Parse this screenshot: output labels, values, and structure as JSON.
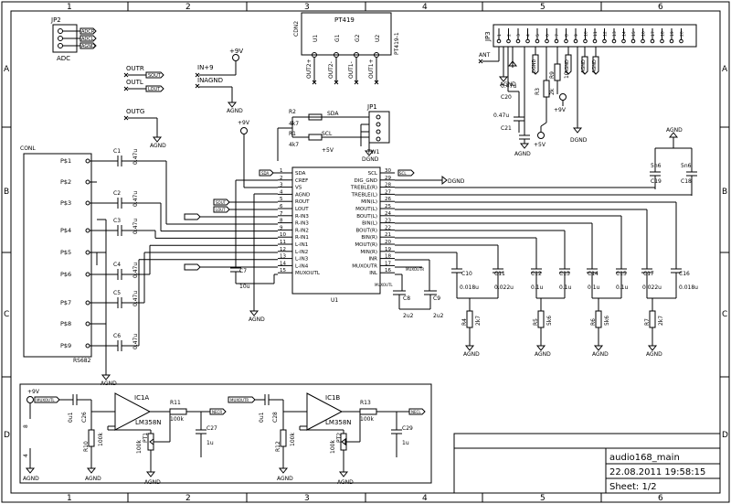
{
  "frame": {
    "cols": [
      "1",
      "2",
      "3",
      "4",
      "5",
      "6"
    ],
    "rows": [
      "A",
      "B",
      "C",
      "D"
    ]
  },
  "title_block": {
    "name": "audio168_main",
    "datetime": "22.08.2011 19:58:15",
    "sheet": "Sheet: 1/2"
  },
  "jp2": {
    "ref": "JP2",
    "value": "ADC",
    "labels": [
      "ADCR",
      "ADCL",
      "AGND"
    ]
  },
  "cdn2": {
    "ref": "CDN2",
    "value": "PT419",
    "value2": "PT419-1",
    "pins": [
      "U1",
      "G1",
      "G2",
      "U2"
    ],
    "bottom": [
      "OUT2+",
      "OUT2-",
      "OUT1-",
      "OUT1+"
    ]
  },
  "jp3": {
    "ref": "JP3",
    "ant": "ANT",
    "nets": [
      "AGND",
      "DGND",
      "AGND",
      "AGND",
      "AGND"
    ]
  },
  "jp1": {
    "ref": "JP1",
    "value": "TW1",
    "nets": [
      "SDA",
      "SCL",
      "+5V",
      "DGND"
    ]
  },
  "ports": {
    "outr": "OUTR",
    "outl": "OUTL",
    "outg": "OUTG",
    "in9": "IN+9",
    "inagnd": "INAGND",
    "soutr": "SOUT",
    "soutl": "LOUT"
  },
  "power": {
    "p9v": "+9V",
    "agnd": "AGND",
    "dgnd": "DGND",
    "p5v": "+5V"
  },
  "r2": {
    "ref": "R2",
    "value": "4k7"
  },
  "r1": {
    "ref": "R1",
    "value": "4k7"
  },
  "conl": {
    "ref": "CONL",
    "value": "RS682",
    "pins": [
      "P$1",
      "P$2",
      "P$3",
      "P$4",
      "P$5",
      "P$6",
      "P$7",
      "P$8",
      "P$9"
    ]
  },
  "caps_left": [
    {
      "ref": "C1",
      "value": "0.47u"
    },
    {
      "ref": "C2",
      "value": "0.47u"
    },
    {
      "ref": "C3",
      "value": "0.47u"
    },
    {
      "ref": "C4",
      "value": "0.47u"
    },
    {
      "ref": "C5",
      "value": "0.47u"
    },
    {
      "ref": "C6",
      "value": "0.47u"
    }
  ],
  "u1": {
    "ref": "U1",
    "left_pins": [
      {
        "n": "1",
        "name": "SDA"
      },
      {
        "n": "2",
        "name": "CREF"
      },
      {
        "n": "3",
        "name": "VS"
      },
      {
        "n": "4",
        "name": "AGND"
      },
      {
        "n": "5",
        "name": "ROUT"
      },
      {
        "n": "6",
        "name": "LOUT"
      },
      {
        "n": "7",
        "name": "R-IN3"
      },
      {
        "n": "8",
        "name": "R-IN3"
      },
      {
        "n": "9",
        "name": "R-IN2"
      },
      {
        "n": "10",
        "name": "R-IN1"
      },
      {
        "n": "11",
        "name": "L-IN1"
      },
      {
        "n": "12",
        "name": "L-IN2"
      },
      {
        "n": "13",
        "name": "L-IN3"
      },
      {
        "n": "14",
        "name": "L-IN4"
      },
      {
        "n": "15",
        "name": "MUXOUTL"
      }
    ],
    "right_pins": [
      {
        "n": "30",
        "name": "SCL"
      },
      {
        "n": "29",
        "name": "DIG_GND"
      },
      {
        "n": "28",
        "name": "TREBLE(R)"
      },
      {
        "n": "27",
        "name": "TREBLE(L)"
      },
      {
        "n": "26",
        "name": "MIN(L)"
      },
      {
        "n": "25",
        "name": "MOUT(L)"
      },
      {
        "n": "24",
        "name": "BOUT(L)"
      },
      {
        "n": "23",
        "name": "BIN(L)"
      },
      {
        "n": "22",
        "name": "BOUT(R)"
      },
      {
        "n": "21",
        "name": "BIN(R)"
      },
      {
        "n": "20",
        "name": "MOUT(R)"
      },
      {
        "n": "19",
        "name": "MIN(R)"
      },
      {
        "n": "18",
        "name": "INR"
      },
      {
        "n": "17",
        "name": "MUXOUTR"
      },
      {
        "n": "16",
        "name": "INL"
      }
    ]
  },
  "c7": {
    "ref": "C7",
    "value": "10u"
  },
  "c8": {
    "ref": "C8",
    "value": "2u2"
  },
  "c9": {
    "ref": "C9",
    "value": "2u2"
  },
  "c10": {
    "ref": "C10",
    "value": "0.018u"
  },
  "c11": {
    "ref": "C11",
    "value": "0.022u"
  },
  "c12": {
    "ref": "C12",
    "value": "0.1u"
  },
  "c13": {
    "ref": "C13",
    "value": "0.1u"
  },
  "c14": {
    "ref": "C14",
    "value": "0.1u"
  },
  "c15": {
    "ref": "C15",
    "value": "0.1u"
  },
  "c17": {
    "ref": "C17",
    "value": "0.022u"
  },
  "c16": {
    "ref": "C16",
    "value": "0.018u"
  },
  "c18": {
    "ref": "C18",
    "value": "5n6"
  },
  "c19": {
    "ref": "C19",
    "value": "5n6"
  },
  "c20": {
    "ref": "C20",
    "value": "0.47u"
  },
  "c21": {
    "ref": "C21",
    "value": "0.47u"
  },
  "r3": {
    "ref": "R3",
    "value": "2k"
  },
  "r9": {
    "ref": "R9",
    "value": "10"
  },
  "r4": {
    "ref": "R4",
    "value": "2k7"
  },
  "r5": {
    "ref": "R5",
    "value": "5k6"
  },
  "r6": {
    "ref": "R6",
    "value": "5k6"
  },
  "r7": {
    "ref": "R7",
    "value": "2k7"
  },
  "mux": {
    "muxoutr": "MUXOUTR",
    "muxoutl": "MUXOUTL",
    "necr": "NECR",
    "necl": "NECL"
  },
  "ic1a": {
    "ref": "IC1A",
    "value": "LM358N",
    "r11": "R11",
    "r11v": "100k",
    "c26": "C26",
    "c26v": "0u1",
    "r10": "R10",
    "r10v": "100k",
    "pt1": "PT1",
    "pt1v": "100k",
    "c27": "C27",
    "c27v": "1u"
  },
  "ic1b": {
    "ref": "IC1B",
    "value": "LM358N",
    "r13": "R13",
    "r13v": "100k",
    "c28": "C28",
    "c28v": "0u1",
    "r12": "R12",
    "r12v": "100k",
    "pt2": "PT2",
    "pt2v": "100k",
    "c29": "C29",
    "c29v": "1u"
  }
}
